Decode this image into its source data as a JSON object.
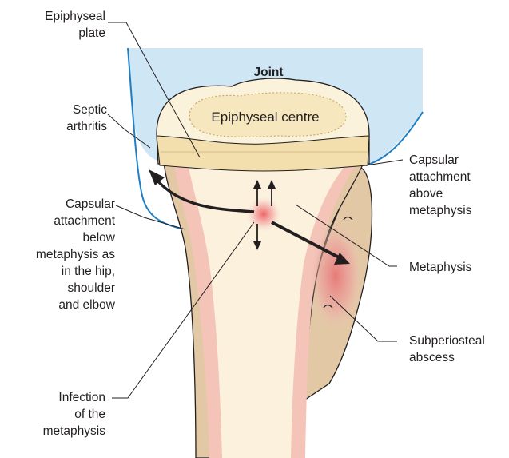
{
  "labels": {
    "epiphyseal_plate": [
      "Epiphyseal",
      "plate"
    ],
    "joint": "Joint",
    "epiphyseal_centre": "Epiphyseal centre",
    "septic_arthritis": [
      "Septic",
      "arthritis"
    ],
    "capsular_above": [
      "Capsular",
      "attachment",
      "above",
      "metaphysis"
    ],
    "capsular_below": [
      "Capsular",
      "attachment",
      "below",
      "metaphysis as",
      "in the hip,",
      "shoulder",
      "and elbow"
    ],
    "metaphysis": "Metaphysis",
    "subperiosteal_abscess": [
      "Subperiosteal",
      "abscess"
    ],
    "infection": [
      "Infection",
      "of the",
      "metaphysis"
    ]
  },
  "colors": {
    "joint_fill": "#cfe6f5",
    "joint_outline": "#1f7fc4",
    "epiphysis": "#fbf2dc",
    "epiphyseal_centre": "#f6e7bf",
    "plate": "#f3dfae",
    "cortex": "#e2c8a4",
    "marrow": "#fbf1dc",
    "periosteum": "#f4c4b8",
    "abscess": "#e8898a",
    "infection": "#ee6b6e",
    "ink": "#231f20"
  }
}
